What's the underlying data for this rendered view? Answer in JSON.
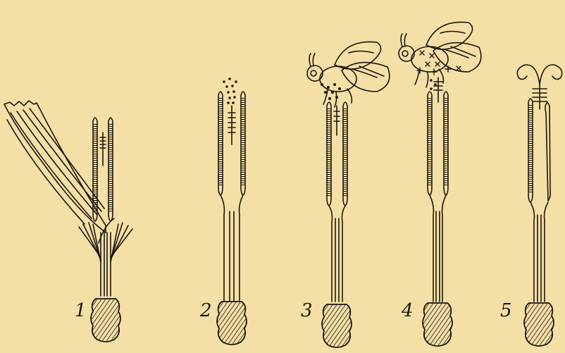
{
  "figure": {
    "stage_labels": [
      "1",
      "2",
      "3",
      "4",
      "5"
    ],
    "ink_color": "#1c160f",
    "paper_color": "#f4dfa6"
  }
}
